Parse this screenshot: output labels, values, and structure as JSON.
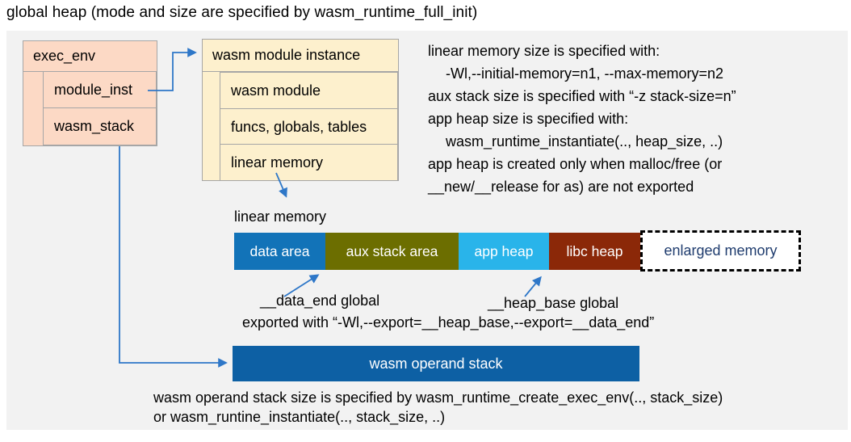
{
  "title": "global heap (mode and size are specified by wasm_runtime_full_init)",
  "exec_env": {
    "header": "exec_env",
    "rows": [
      "module_inst",
      "wasm_stack"
    ]
  },
  "module_instance": {
    "header": "wasm module instance",
    "rows": [
      "wasm module",
      "funcs, globals, tables",
      "linear memory"
    ]
  },
  "notes": {
    "lines": [
      "linear memory size is specified with:",
      "-Wl,--initial-memory=n1, --max-memory=n2",
      "aux stack size is specified with “-z stack-size=n”",
      "app heap size is specified with:",
      "wasm_runtime_instantiate(.., heap_size, ..)",
      "app heap is created only when malloc/free (or",
      "__new/__release for as) are not exported"
    ]
  },
  "linear_memory": {
    "label": "linear memory",
    "segments": [
      {
        "label": "data area",
        "color": "#1273b8"
      },
      {
        "label": "aux stack area",
        "color": "#6c6e00"
      },
      {
        "label": "app heap",
        "color": "#29b4ea"
      },
      {
        "label": "libc heap",
        "color": "#8b2808"
      }
    ],
    "enlarged_label": "enlarged memory"
  },
  "annotations": {
    "data_end": "__data_end global",
    "heap_base": "__heap_base global",
    "exported": "exported with “-Wl,--export=__heap_base,--export=__data_end”"
  },
  "operand_stack": {
    "label": "wasm operand stack",
    "caption_line1": "wasm operand stack size is specified by wasm_runtime_create_exec_env(.., stack_size)",
    "caption_line2": "or wasm_runtine_instantiate(.., stack_size, ..)"
  },
  "colors": {
    "panel_bg": "#f2f2f2",
    "box_pink": "#fcd9c5",
    "box_cream": "#fdf0cd",
    "box_border": "#a6a6a6",
    "arrow_blue": "#2e77c8",
    "data_area": "#1273b8",
    "aux_stack_area": "#6c6e00",
    "app_heap": "#29b4ea",
    "libc_heap": "#8b2808",
    "operand_stack": "#0d60a4",
    "enlarged_text": "#1f3c6e"
  }
}
